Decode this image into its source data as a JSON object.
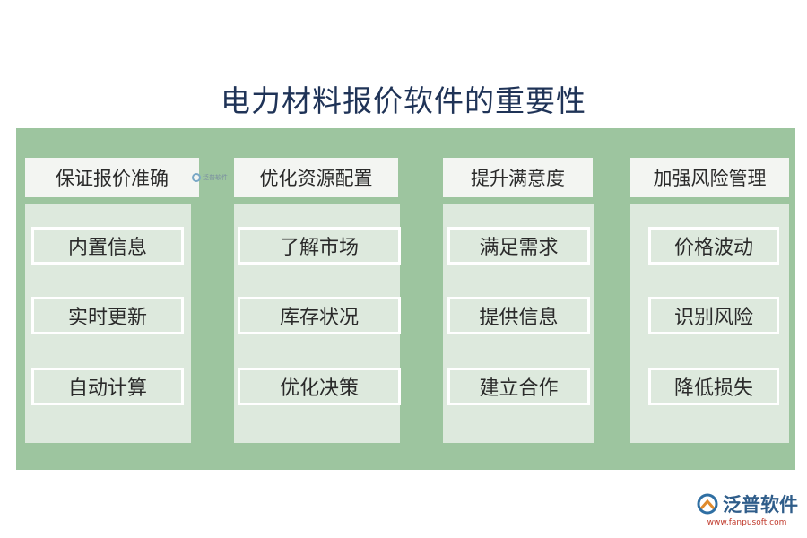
{
  "title": "电力材料报价软件的重要性",
  "columns": [
    {
      "heading": "保证报价准确",
      "items": [
        "内置信息",
        "实时更新",
        "自动计算"
      ]
    },
    {
      "heading": "优化资源配置",
      "items": [
        "了解市场",
        "库存状况",
        "优化决策"
      ]
    },
    {
      "heading": "提升满意度",
      "items": [
        "满足需求",
        "提供信息",
        "建立合作"
      ]
    },
    {
      "heading": "加强风险管理",
      "items": [
        "价格波动",
        "识别风险",
        "降低损失"
      ]
    }
  ],
  "watermark": {
    "text": "泛普软件"
  },
  "brand": {
    "name": "泛普软件",
    "url": "www.fanpusoft.com",
    "icon": "fanpu-logo-icon"
  },
  "colors": {
    "panel": "#9dc59f",
    "column": "#dde9dd",
    "header": "#f3f5f2",
    "title": "#1f3357"
  }
}
